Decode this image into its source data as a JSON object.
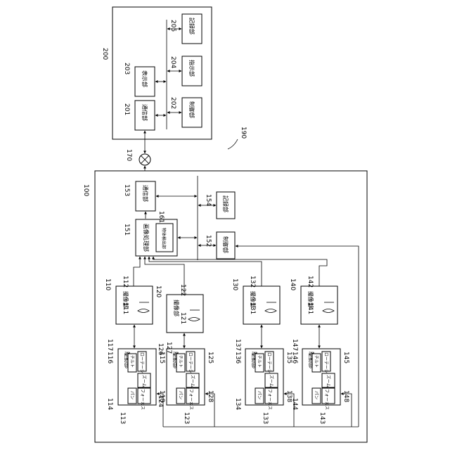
{
  "refs": {
    "r200": "200",
    "r205": "205",
    "r204": "204",
    "r203": "203",
    "r202": "202",
    "r201": "201",
    "r170": "170",
    "r190": "190",
    "r100": "100",
    "r153": "153",
    "r154": "154",
    "r161": "161",
    "r151": "151",
    "r152": "152",
    "r110": "110",
    "r112": "112",
    "r111": "111",
    "r120": "120",
    "r122": "122",
    "r121": "121",
    "r130": "130",
    "r132": "132",
    "r131": "131",
    "r140": "140",
    "r142": "142",
    "r141": "141",
    "r116": "116",
    "r117": "117",
    "r115": "115",
    "r114": "114",
    "r113": "113",
    "r118": "118",
    "r126": "126",
    "r127": "127",
    "r125": "125",
    "r124": "124",
    "r123": "123",
    "r128": "128",
    "r136": "136",
    "r137": "137",
    "r135": "135",
    "r134": "134",
    "r133": "133",
    "r138": "138",
    "r146": "146",
    "r147": "147",
    "r145": "145",
    "r144": "144",
    "r143": "143",
    "r148": "148"
  },
  "labels": {
    "kiroku": "記録部",
    "shiji": "指示部",
    "hyouji": "表示部",
    "seigyo": "制御部",
    "tsushin": "通信部",
    "gazou": "画像処理部",
    "buttai": "物体検出部",
    "satsuzou": "撮像部",
    "kudou": "駆動部",
    "tilt": "チルト",
    "rotation": "ローテーション",
    "zoom": "ズーム",
    "pan": "パン",
    "focus": "フォーカス"
  }
}
